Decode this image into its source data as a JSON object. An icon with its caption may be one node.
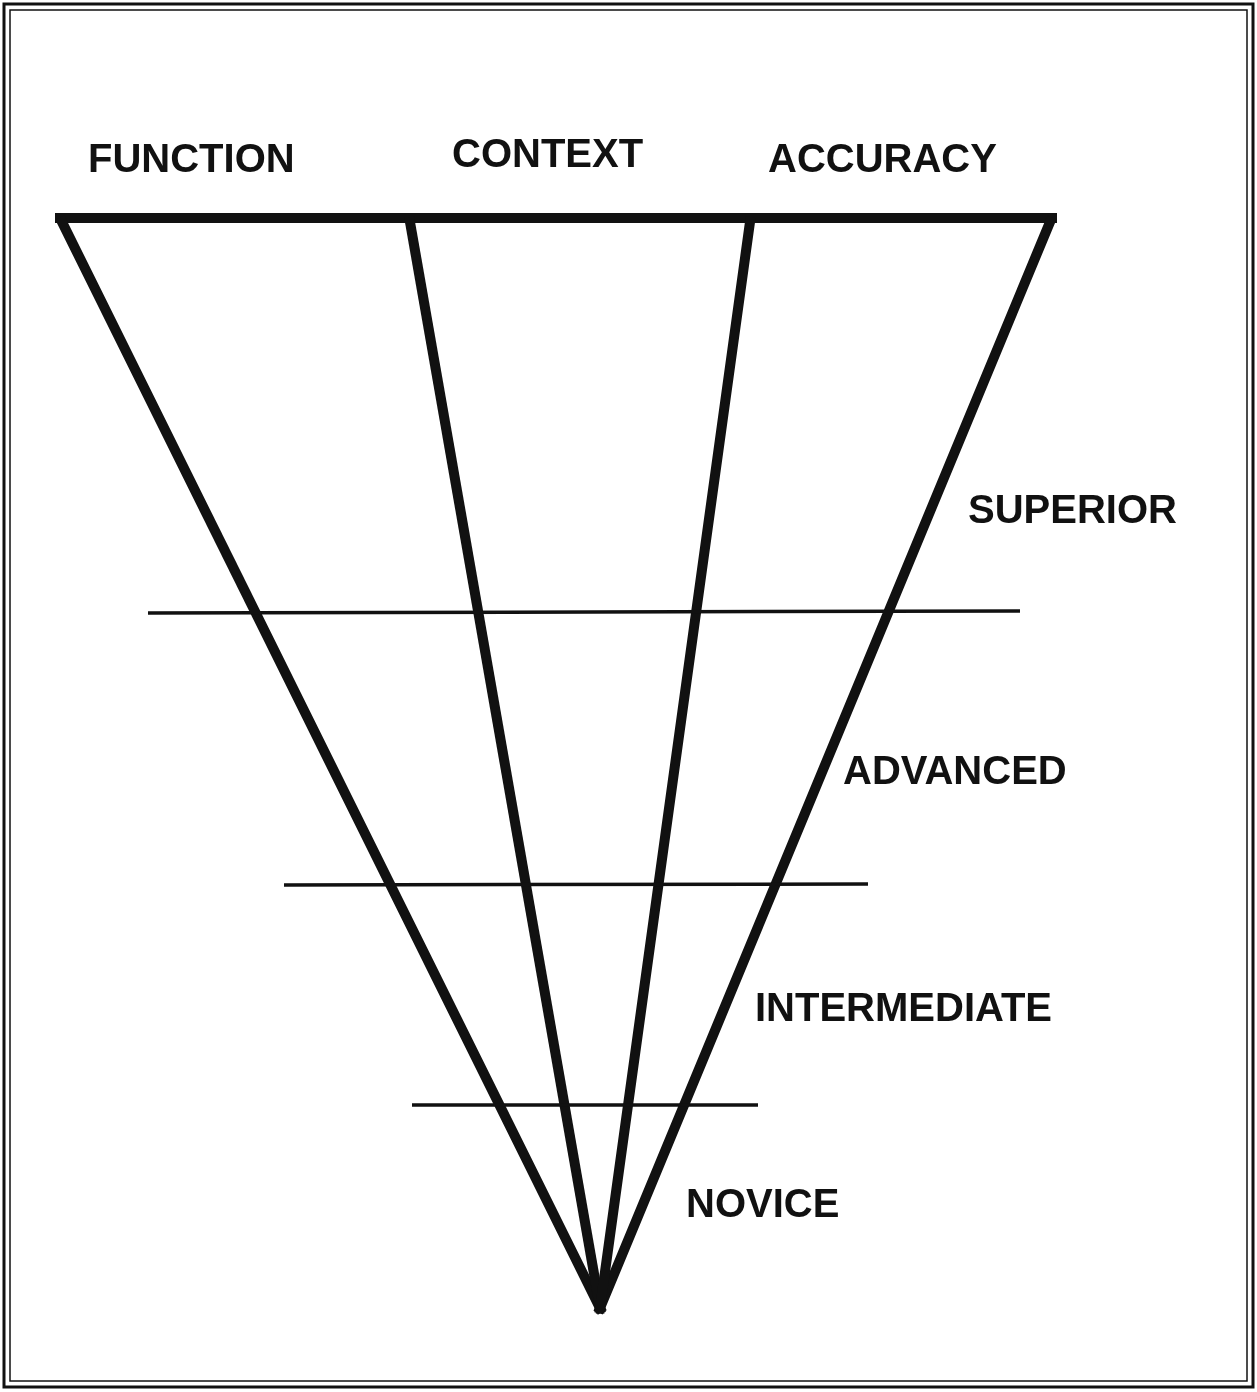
{
  "diagram": {
    "labels": [
      "FUNCTION",
      "CONTEXT",
      "ACCURACY",
      "SUPERIOR",
      "ADVANCED",
      "INTERMEDIATE",
      "NOVICE"
    ]
  }
}
